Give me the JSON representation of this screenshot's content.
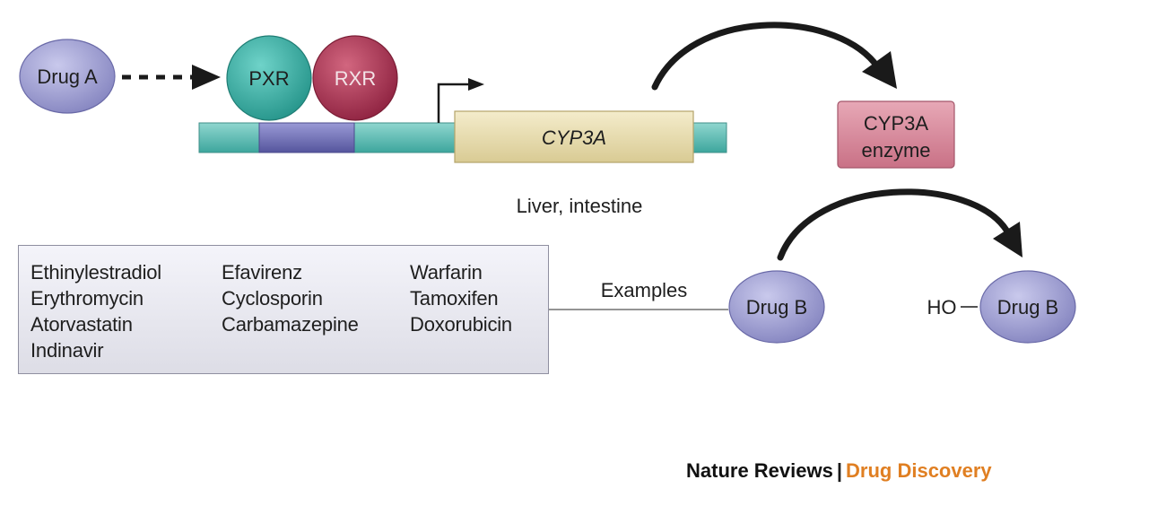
{
  "diagram": {
    "drug_a": "Drug A",
    "pxr": "PXR",
    "rxr": "RXR",
    "gene": "CYP3A",
    "enzyme_line1": "CYP3A",
    "enzyme_line2": "enzyme",
    "tissue": "Liver, intestine",
    "examples_label": "Examples",
    "drug_b": "Drug B",
    "ho_label": "HO",
    "drug_b_product": "Drug B"
  },
  "examples": {
    "column1": [
      "Ethinylestradiol",
      "Erythromycin",
      "Atorvastatin",
      "Indinavir"
    ],
    "column2": [
      "Efavirenz",
      "Cyclosporin",
      "Carbamazepine"
    ],
    "column3": [
      "Warfarin",
      "Tamoxifen",
      "Doxorubicin"
    ]
  },
  "footer": {
    "journal": "Nature Reviews",
    "separator": "|",
    "title": "Drug Discovery"
  },
  "colors": {
    "drug_fill": "#9b9bd0",
    "pxr_fill": "#33a69c",
    "rxr_fill": "#a3304c",
    "dna_teal": "#5bbdb5",
    "dna_purple": "#6b6bb2",
    "gene_fill": "#e9dfb5",
    "enzyme_fill": "#d9889a",
    "footer_accent": "#e07f22"
  }
}
